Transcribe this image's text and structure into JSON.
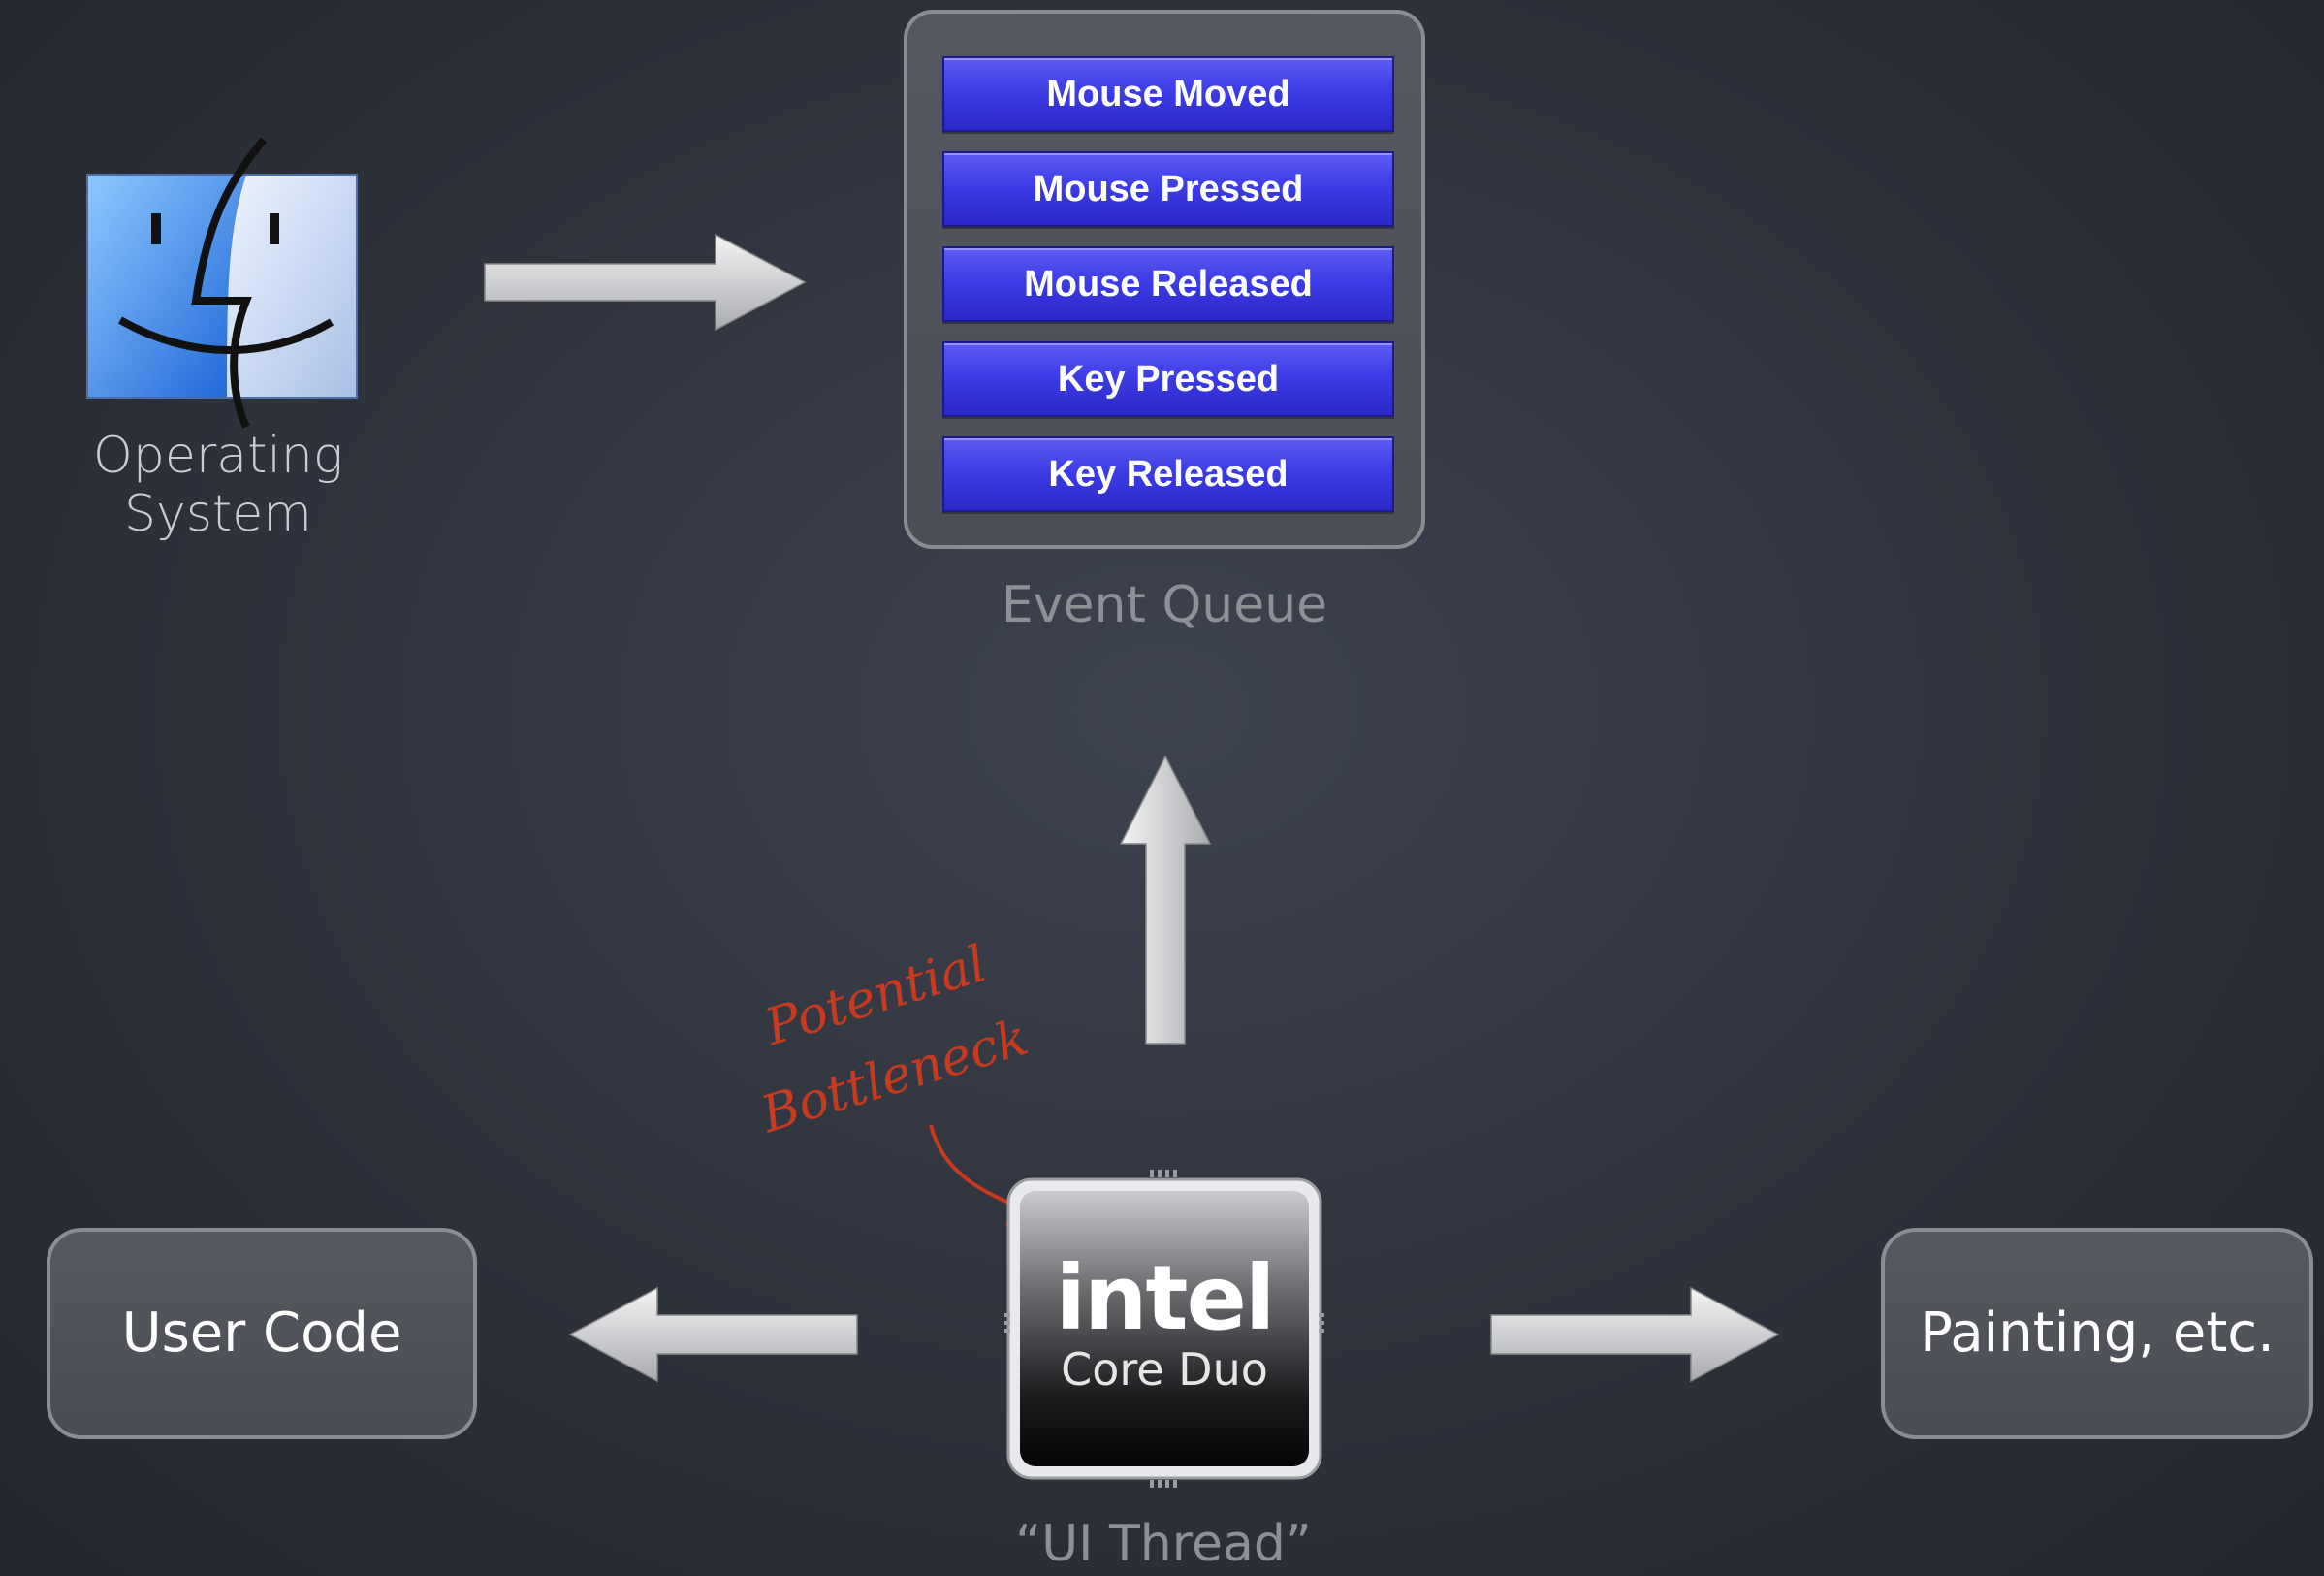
{
  "os": {
    "label": "Operating System"
  },
  "event_queue": {
    "label": "Event Queue",
    "events": [
      "Mouse Moved",
      "Mouse Pressed",
      "Mouse Released",
      "Key Pressed",
      "Key Released"
    ]
  },
  "user_code": {
    "label": "User Code"
  },
  "painting": {
    "label": "Painting, etc."
  },
  "chip": {
    "brand": "intel",
    "model": "Core Duo",
    "label": "“UI Thread”"
  },
  "annotation": {
    "line1": "Potential",
    "line2": "Bottleneck"
  },
  "colors": {
    "event_blue": "#3d3ce6",
    "annotation_red": "#c83a1e",
    "background": "#31353f"
  }
}
